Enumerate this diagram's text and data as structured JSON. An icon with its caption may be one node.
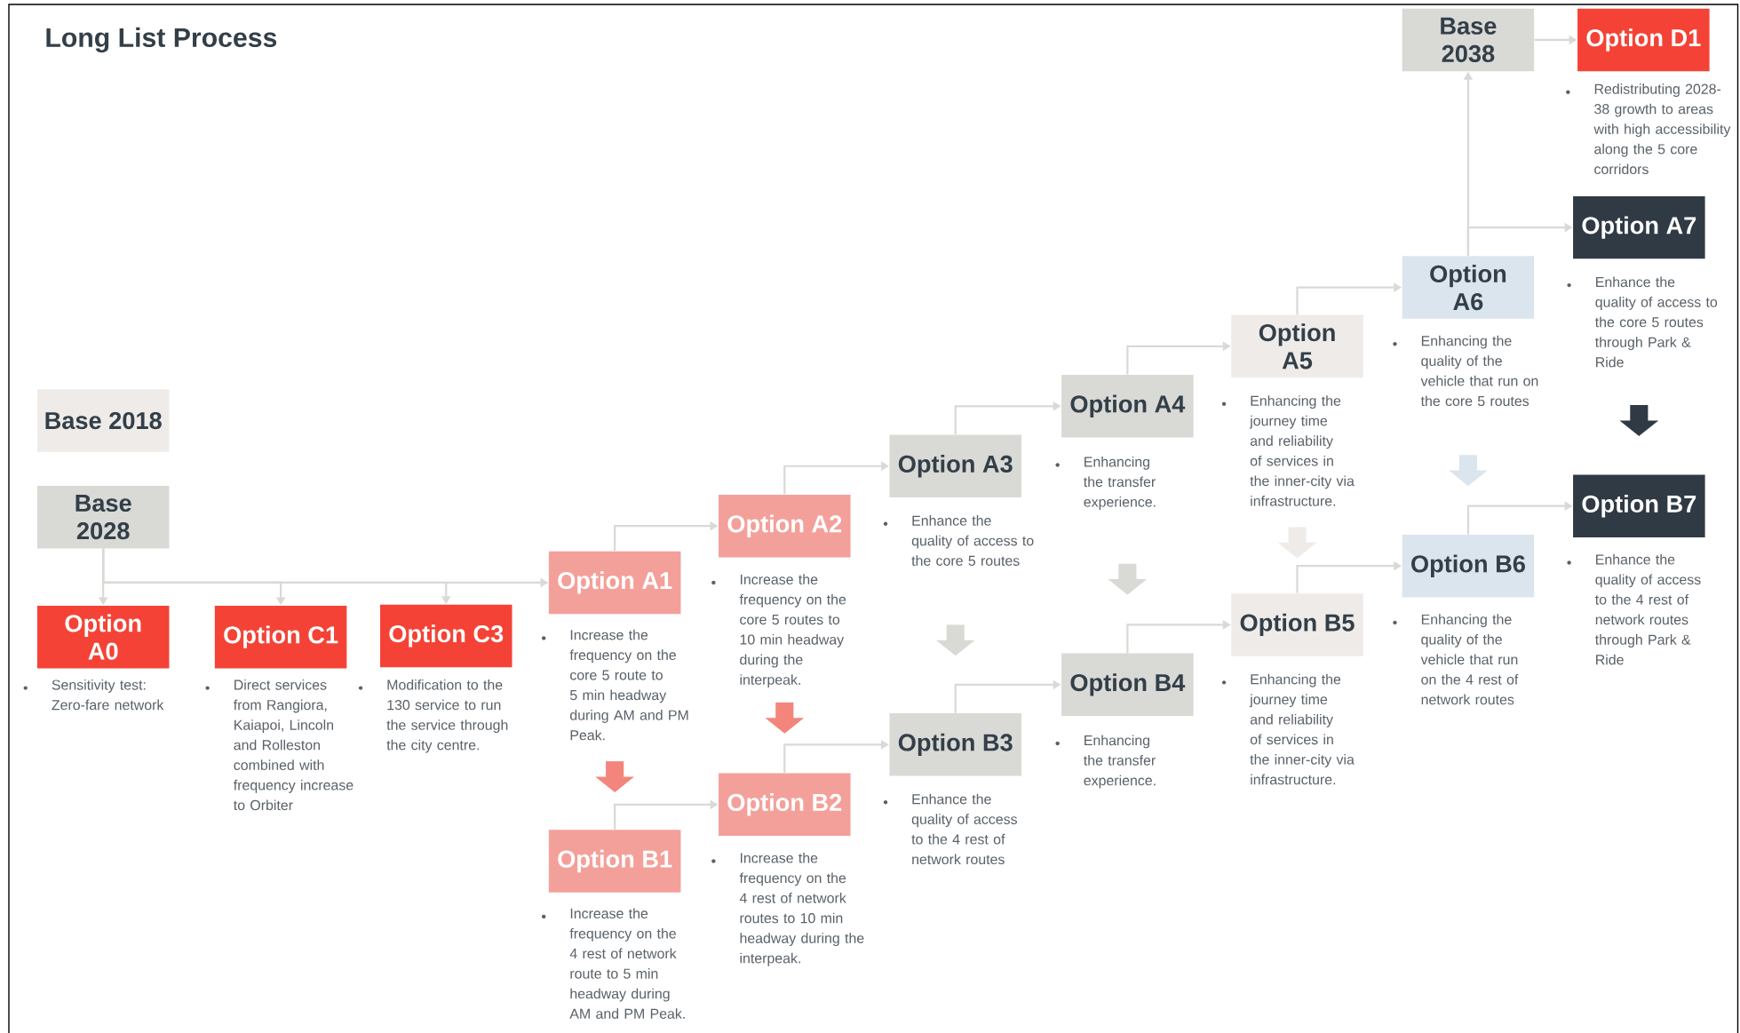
{
  "diagram": {
    "title": "Long List Process",
    "nodes": [
      {
        "text": [
          "Base 2018"
        ]
      },
      {
        "text": [
          "Base 2028"
        ]
      },
      {
        "text": [
          "Option A0"
        ],
        "beside": [
          "Sensitivity test: Zero-fare network"
        ]
      },
      {
        "text": [
          "Option C1"
        ],
        "beside": [
          "Direct services from Rangiora, Kaiapoi, Lincoln and Rolleston combined with frequency increase to Orbiter"
        ]
      },
      {
        "text": [
          "Option C3"
        ],
        "beside": [
          "Modification to the 130 service to run the service through the city centre."
        ]
      },
      {
        "text": [
          "Option A1"
        ],
        "beside": [
          "Increase the frequency on the core 5 route to 5 min headway during AM and PM Peak."
        ]
      },
      {
        "text": [
          "Option A2"
        ],
        "beside": [
          "Increase the frequency on the core 5 routes to 10 min headway during the interpeak."
        ]
      },
      {
        "text": [
          "Option B1"
        ],
        "beside": [
          "Increase the frequency on the 4 rest of network route to 5 min headway during AM and PM Peak."
        ]
      },
      {
        "text": [
          "Option B2"
        ],
        "beside": [
          "Increase the frequency on the 4 rest of network routes to 10 min headway during the interpeak."
        ]
      },
      {
        "text": [
          "Option A3"
        ],
        "beside": [
          "Enhance the quality of access to the core 5 routes"
        ]
      },
      {
        "text": [
          "Option B3"
        ],
        "beside": [
          "Enhance the quality of access to the 4 rest of network routes"
        ]
      },
      {
        "text": [
          "Option A4"
        ],
        "beside": [
          "Enhancing the transfer experience."
        ]
      },
      {
        "text": [
          "Option B4"
        ],
        "beside": [
          "Enhancing the transfer experience."
        ]
      },
      {
        "text": [
          "Option A5"
        ],
        "beside": [
          "Enhancing the journey time and reliability of services in the inner-city via infrastructure."
        ]
      },
      {
        "text": [
          "Option B5"
        ],
        "beside": [
          "Enhancing the journey time and reliability of services in the inner-city via infrastructure."
        ]
      },
      {
        "text": [
          "Option A6"
        ],
        "beside": [
          "Enhancing the quality of the vehicle that run on the core 5 routes"
        ]
      },
      {
        "text": [
          "Option B6"
        ],
        "beside": [
          "Enhancing the quality of the vehicle that run on the 4 rest of network routes"
        ]
      },
      {
        "text": [
          "Base 2038"
        ]
      },
      {
        "text": [
          "Option D1"
        ],
        "beside": [
          "Redistributing 2028-38 growth to areas with high accessibility along the 5 core corridors"
        ]
      },
      {
        "text": [
          "Option A7"
        ],
        "beside": [
          "Enhance the quality of access to the core 5 routes through Park & Ride"
        ]
      },
      {
        "text": [
          "Option B7"
        ],
        "beside": [
          "Enhance the quality of access to the 4 rest of network routes through Park & Ride"
        ]
      }
    ],
    "edges": [
      {
        "from": 1,
        "to": 2,
        "arrow": "to"
      },
      {
        "from": 1,
        "to": 3,
        "arrow": "to"
      },
      {
        "from": 1,
        "to": 4,
        "arrow": "to"
      },
      {
        "from": 1,
        "to": 5,
        "arrow": "to"
      },
      {
        "from": 5,
        "to": 6,
        "arrow": "to"
      },
      {
        "from": 7,
        "to": 8,
        "arrow": "to"
      },
      {
        "from": 6,
        "to": 9,
        "arrow": "to"
      },
      {
        "from": 8,
        "to": 10,
        "arrow": "to"
      },
      {
        "from": 9,
        "to": 11,
        "arrow": "to"
      },
      {
        "from": 10,
        "to": 12,
        "arrow": "to"
      },
      {
        "from": 11,
        "to": 13,
        "arrow": "to"
      },
      {
        "from": 12,
        "to": 14,
        "arrow": "to"
      },
      {
        "from": 13,
        "to": 15,
        "arrow": "to"
      },
      {
        "from": 14,
        "to": 16,
        "arrow": "to"
      },
      {
        "from": 15,
        "to": 17,
        "arrow": "to"
      },
      {
        "from": 15,
        "to": 19,
        "arrow": "to"
      },
      {
        "from": 16,
        "to": 20,
        "arrow": "to"
      },
      {
        "from": 17,
        "to": 18,
        "arrow": "to"
      }
    ]
  }
}
